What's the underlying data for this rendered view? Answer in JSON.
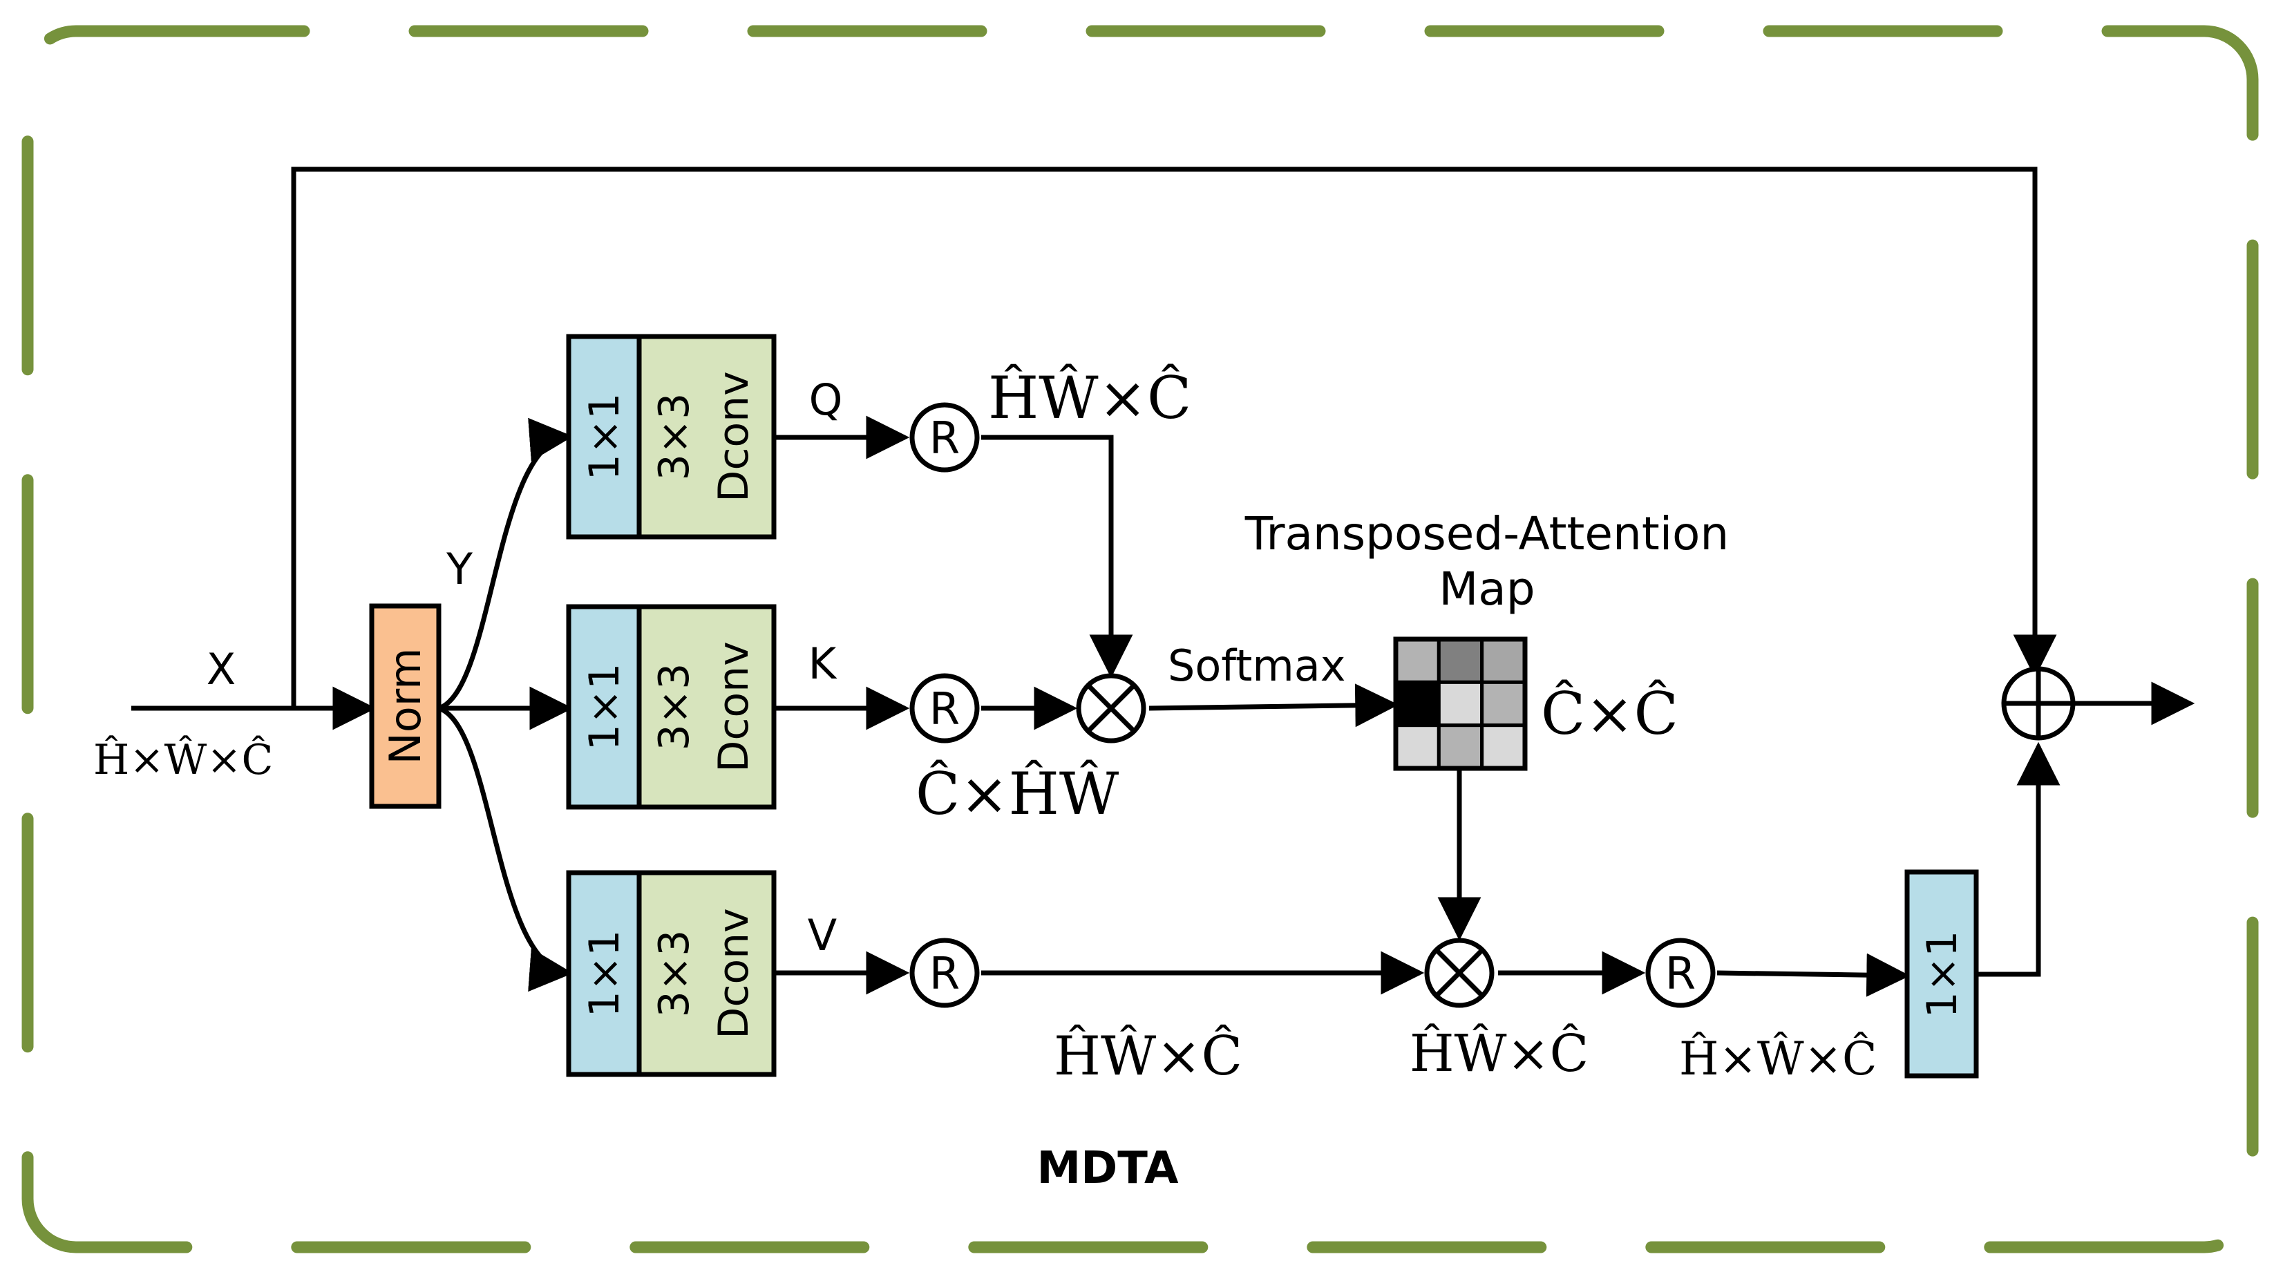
{
  "diagram": {
    "title": "MDTA",
    "norm_label": "Norm",
    "conv1_label": "1×1",
    "dconv_line1": "3×3",
    "dconv_line2": "Dconv",
    "reshape_symbol": "R",
    "multiply_symbol": "⊗",
    "add_symbol": "⊕",
    "labels": {
      "x": "X",
      "y": "Y",
      "q": "Q",
      "k": "K",
      "v": "V",
      "softmax": "Softmax",
      "attention_title_line1": "Transposed-Attention",
      "attention_title_line2": "Map"
    },
    "dims": {
      "input": "Ĥ×Ŵ×Ĉ",
      "q": "ĤŴ×Ĉ",
      "k": "Ĉ×ĤŴ",
      "attn": "Ĉ×Ĉ",
      "v": "ĤŴ×Ĉ",
      "mult_out": "ĤŴ×Ĉ",
      "final": "Ĥ×Ŵ×Ĉ"
    },
    "colors": {
      "frame": "#76923c",
      "norm_fill": "#fac090",
      "conv1_fill": "#b7dde8",
      "dconv_fill": "#d7e4bd"
    },
    "attention_grid": [
      [
        "#b3b3b3",
        "#808080",
        "#a6a6a6"
      ],
      [
        "#000000",
        "#d9d9d9",
        "#b3b3b3"
      ],
      [
        "#d9d9d9",
        "#b3b3b3",
        "#d9d9d9"
      ]
    ]
  }
}
